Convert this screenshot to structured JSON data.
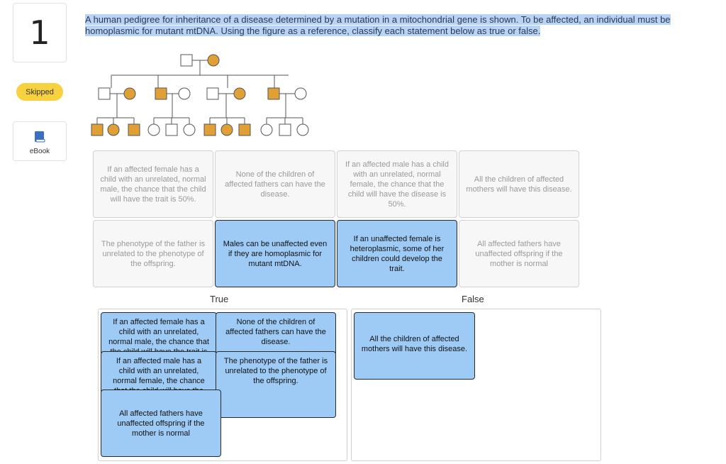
{
  "question_number": "1",
  "status": "Skipped",
  "ebook_label": "eBook",
  "question_text": "A human pedigree for inheritance of a disease determined by a mutation in a mitochondrial gene is shown. To be affected, an individual must be homoplasmic for mutant mtDNA.  Using the figure as a reference, classify each statement below as true or false.",
  "colors": {
    "affected": "#e0a036",
    "card_blue": "#9ecbf5",
    "pill": "#f7d23e",
    "highlight": "#b9d3f5"
  },
  "statements": {
    "s1": "If an affected female has a child with an unrelated, normal male, the chance that the child will have the trait is 50%.",
    "s2": "None of the children of affected fathers can have the disease.",
    "s3": "If an affected male has a child with an unrelated, normal female, the chance that the child will have the disease is 50%.",
    "s4": "All the children of affected mothers will have this disease.",
    "s5": "The phenotype of the father is unrelated to the phenotype of the offspring.",
    "s6": "Males can be unaffected even if they are homoplasmic for mutant mtDNA.",
    "s7": "If an unaffected female is heteroplasmic, some of her children could develop the trait.",
    "s8": "All affected fathers have unaffected offspring if the mother is normal"
  },
  "zones": {
    "true_label": "True",
    "false_label": "False"
  }
}
